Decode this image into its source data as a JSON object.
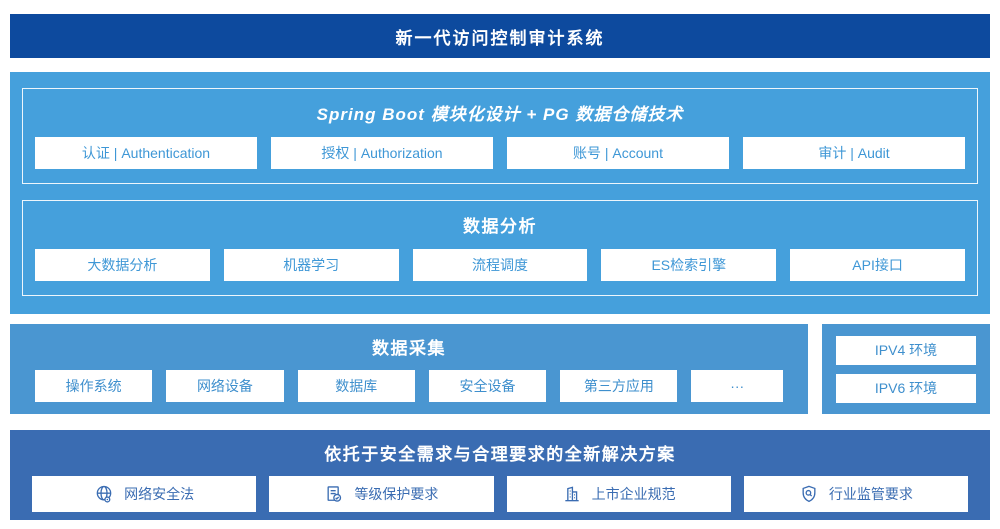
{
  "colors": {
    "banner_bg": "#0d4a9e",
    "platform_bg": "#45a0dc",
    "collection_bg": "#4a96d1",
    "solution_bg": "#3a6cb2",
    "module_text": "#3e97d6",
    "solution_text": "#3a6cb2"
  },
  "banner": {
    "title": "新一代访问控制审计系统"
  },
  "platform": {
    "springboot": {
      "title": "Spring Boot 模块化设计 + PG 数据仓储技术",
      "modules": {
        "0": "认证 | Authentication",
        "1": "授权 | Authorization",
        "2": "账号 | Account",
        "3": "审计 | Audit"
      }
    },
    "analysis": {
      "title": "数据分析",
      "modules": {
        "0": "大数据分析",
        "1": "机器学习",
        "2": "流程调度",
        "3": "ES检索引擎",
        "4": "API接口"
      }
    }
  },
  "collection": {
    "title": "数据采集",
    "sources": {
      "0": "操作系统",
      "1": "网络设备",
      "2": "数据库",
      "3": "安全设备",
      "4": "第三方应用",
      "5": "···"
    }
  },
  "ip_env": {
    "0": "IPV4 环境",
    "1": "IPV6 环境"
  },
  "solution": {
    "title": "依托于安全需求与合理要求的全新解决方案",
    "items": {
      "0": {
        "icon": "globe-location-icon",
        "label": "网络安全法"
      },
      "1": {
        "icon": "document-check-icon",
        "label": "等级保护要求"
      },
      "2": {
        "icon": "building-icon",
        "label": "上市企业规范"
      },
      "3": {
        "icon": "shield-search-icon",
        "label": "行业监管要求"
      }
    }
  }
}
